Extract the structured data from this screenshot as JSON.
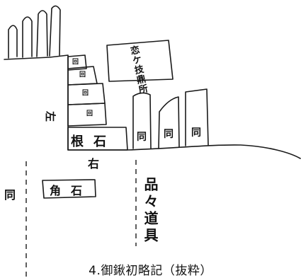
{
  "diagram": {
    "labels": {
      "garden_ornament": "恋ケ技鼎所",
      "ne_stone": "根石",
      "kado_stone": "角石",
      "shinagu": "品々道具",
      "left": "左",
      "right": "右",
      "same_left": "同",
      "same_a": "同",
      "same_b": "同",
      "same_c": "同"
    },
    "stack_marks": [
      "回",
      "回",
      "回",
      "回"
    ],
    "caption": "4.御鍬初略記（抜粋）"
  }
}
